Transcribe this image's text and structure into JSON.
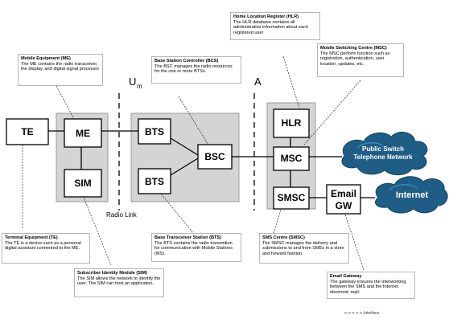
{
  "nodes": {
    "te": "TE",
    "me": "ME",
    "sim": "SIM",
    "bts_top": "BTS",
    "bts_bottom": "BTS",
    "bsc": "BSC",
    "hlr": "HLR",
    "msc": "MSC",
    "smsc": "SMSC",
    "email_gw_line1": "Email",
    "email_gw_line2": "GW"
  },
  "clouds": {
    "pstn_line1": "Public Switch",
    "pstn_line2": "Telephone Network",
    "internet": "Internet"
  },
  "interfaces": {
    "um_main": "U",
    "um_sub": "m",
    "a": "A",
    "radio_link": "Radio Link"
  },
  "notes": {
    "me": {
      "title": "Mobile Equipment (ME)",
      "body": "The ME contains the radio transceiver, the display, and digital signal processor"
    },
    "bcs": {
      "title": "Base Station Controller (BCS)",
      "body": "The BSC manages the radio resources for the one or more BTSs."
    },
    "hlr": {
      "title": "Home Location Register (HLR)",
      "body": "The HLR database contains all administrative information about each registered user"
    },
    "msc": {
      "title": "Mobile Switching Centre (MSC)",
      "body": "The MSC perform function such as registration, authentication, user location, updates, etc."
    },
    "te": {
      "title": "Terminal Equipment (TE)",
      "body": "The TE is a device such as a personal digital assistant connented to the ME."
    },
    "bts": {
      "title": "Base Transceiver Station (BTS)",
      "body": "The BTS contains the radio transmition for communication with Mobile Stations (MS)."
    },
    "smsc": {
      "title": "SMS Centre (SMSC)",
      "body": "The SMSC manages the delivery and submissions to and from SMEs in a store and forward fashion."
    },
    "sim": {
      "title": "Subscriber Identity Module (SIM)",
      "body": "The SIM allows the network to identify the user. The SIM can host an application."
    },
    "email": {
      "title": "Email Gateway",
      "body": "The gateway ensures the interworking between the SMS and the Internet electronic mail."
    }
  },
  "legend": {
    "label": "Interface"
  },
  "colors": {
    "group_fill": "#d4d4d4",
    "cloud_fill": "#1f5d86",
    "cloud_highlight": "#3a8fc4",
    "line": "#000000"
  }
}
